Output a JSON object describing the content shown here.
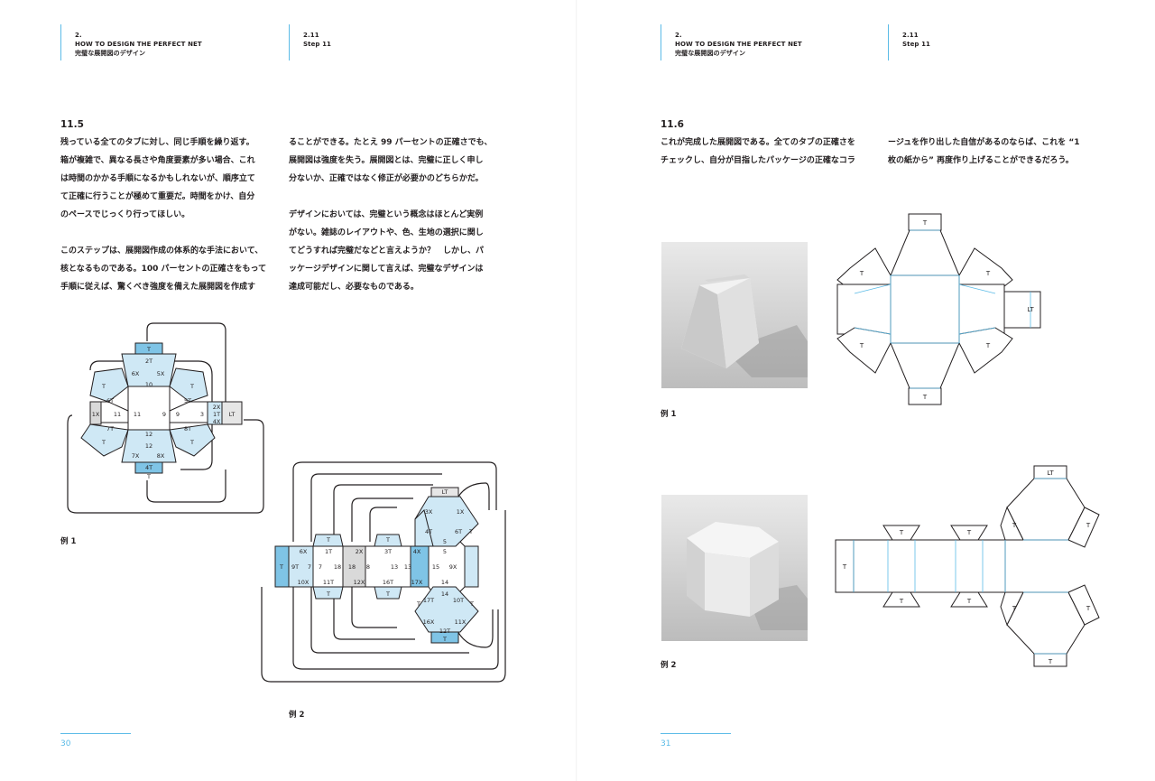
{
  "left_page": {
    "header": {
      "chapter_number": "2.",
      "chapter_title": "HOW TO DESIGN THE PERFECT NET",
      "chapter_title_jp": "完璧な展開図のデザイン",
      "section_number": "2.11",
      "section_title": "Step 11"
    },
    "section_heading": "11.5",
    "column_1": [
      "残っている全てのタブに対し、同じ手順を繰り返す。",
      "箱が複雑で、異なる長さや角度要素が多い場合、これ",
      "は時間のかかる手順になるかもしれないが、順序立て",
      "て正確に行うことが極めて重要だ。時間をかけ、自分",
      "のペースでじっくり行ってほしい。",
      "",
      "このステップは、展開図作成の体系的な手法において、",
      "核となるものである。100 パーセントの正確さをもって",
      "手順に従えば、驚くべき強度を備えた展開図を作成す"
    ],
    "column_2": [
      "ることができる。たとえ 99 パーセントの正確さでも、",
      "展開図は強度を失う。展開図とは、完璧に正しく申し",
      "分ないか、正確ではなく修正が必要かのどちらかだ。",
      "",
      "デザインにおいては、完璧という概念はほとんど実例",
      "がない。雑誌のレイアウトや、色、生地の選択に関し",
      "てどうすれば完璧だなどと言えようか？　しかし、パ",
      "ッケージデザインに関して言えば、完璧なデザインは",
      "達成可能だし、必要なものである。"
    ],
    "figure_1": {
      "caption": "例 1",
      "labels": {
        "top_tab": "T",
        "top_tab_x": "2T",
        "top_face": "10",
        "top_left_x": "6X",
        "top_right_x": "5X",
        "tl_tab": "T",
        "tl_tab_t": "6T",
        "tr_tab": "T",
        "tr_tab_t": "5T",
        "left_x": "1X",
        "left_num": "11",
        "center_left": "11",
        "center_right": "9",
        "right_num": "9",
        "right_3": "3",
        "right_x_top": "2X",
        "right_1t": "1T",
        "right_x_bottom": "4X",
        "right_lt": "LT",
        "bl_tab_t": "7T",
        "bl_tab": "T",
        "br_tab_t": "8T",
        "br_tab": "T",
        "bottom_face_top": "12",
        "bottom_face": "12",
        "bottom_left_x": "7X",
        "bottom_right_x": "8X",
        "bottom_tab_t": "4T",
        "bottom_tab": "T"
      }
    },
    "figure_2": {
      "caption": "例 2",
      "labels": {
        "left_t": "T",
        "x6": "6X",
        "t9": "9T",
        "x10": "10X",
        "n7a": "7",
        "n7b": "7",
        "top_t1": "T",
        "t1": "1T",
        "n18a": "18",
        "t11": "11T",
        "bottom_t1": "T",
        "x2": "2X",
        "n18b": "18",
        "n8": "8",
        "x12": "12X",
        "top_t2": "T",
        "t3": "3T",
        "n13a": "13",
        "t16": "16T",
        "bottom_t2": "T",
        "x4": "4X",
        "n13b": "13",
        "x17": "17X",
        "n5a": "5",
        "n15": "15",
        "n5b": "5",
        "n14a": "14",
        "n14b": "14",
        "x9": "9X",
        "lt": "LT",
        "x3": "3X",
        "x1": "1X",
        "t4": "4T",
        "t6": "6T",
        "tr_t": "T",
        "t17": "17T",
        "t10": "10T",
        "x16": "16X",
        "x11": "11X",
        "t12": "12T",
        "bl_t": "T",
        "br_t": "T",
        "bottom_t": "T"
      }
    },
    "folio": "30"
  },
  "right_page": {
    "header": {
      "chapter_number": "2.",
      "chapter_title": "HOW TO DESIGN THE PERFECT NET",
      "chapter_title_jp": "完璧な展開図のデザイン",
      "section_number": "2.11",
      "section_title": "Step 11"
    },
    "section_heading": "11.6",
    "column_1": [
      "これが完成した展開図である。全てのタブの正確さを",
      "チェックし、自分が目指したパッケージの正確なコラ"
    ],
    "column_2": [
      "ージュを作り出した自信があるのならば、これを “1",
      "枚の紙から” 再度作り上げることができるだろう。"
    ],
    "figure_1": {
      "caption": "例 1",
      "labels": {
        "top": "T",
        "upper_left": "T",
        "upper_right": "T",
        "right_lt": "LT",
        "lower_left": "T",
        "lower_right": "T",
        "bottom": "T"
      }
    },
    "figure_2": {
      "caption": "例 2",
      "labels": {
        "left": "T",
        "top_1": "T",
        "top_2": "T",
        "bottom_1": "T",
        "bottom_2": "T",
        "lt": "LT",
        "hex_top_left": "T",
        "hex_top_right": "T",
        "hex_bottom_left": "T",
        "hex_bottom_right": "T",
        "hex_bottom": "T"
      }
    },
    "folio": "31"
  },
  "colors": {
    "accent_blue": "#5bbbe7",
    "tab_fill": "#cfe8f5",
    "dark_tab": "#7fc4e6",
    "line": "#231f20"
  }
}
